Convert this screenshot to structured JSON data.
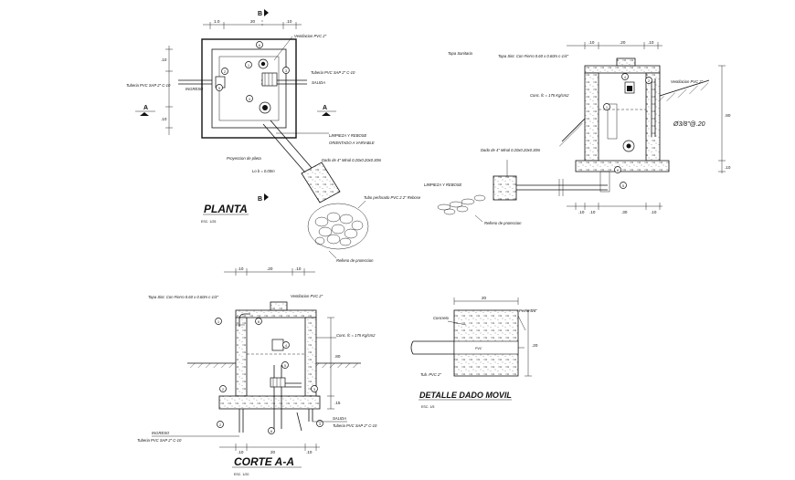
{
  "titles": {
    "planta": "PLANTA",
    "planta_scale": "ESC. 1/25",
    "corte": "CORTE A-A",
    "corte_scale": "ESC. 1/20",
    "detalle": "DETALLE DADO MOVIL",
    "detalle_scale": "ESC. 1/5"
  },
  "section_marks": {
    "a": "A",
    "b": "B"
  },
  "plan_labels": {
    "ventilacion": "Ventilacion PVC 2\"",
    "tuberia_left": "Tuberia PVC SAP 2\" C-10",
    "ingreso": "INGRESO",
    "tuberia_right": "Tuberia PVC SAP 2\" C-10",
    "salida": "SALIDA",
    "limpieza": "LIMPIEZA Y REBOSE",
    "orientado": "ORIENTADO A VARIABLE",
    "proyeccion": "Proyeccion de pileta",
    "longitud": "Lo b = 0.00m",
    "dado": "Dado de 4\" Minal 0.20x0.20x0.30m",
    "tubo_perforado": "Tubo perforado PVC 2 2\" Rebose",
    "relleno": "Relleno de proteccion"
  },
  "right_labels": {
    "tapa": "Tapa Sanitaria",
    "tapa_fierro": "Tapa Sint. Con Fierro 0.60 x 0.60m c-1/4\"",
    "ventilacion": "Ventilacion PVC 2\"",
    "concreto": "Conc. fc = 175 Kg/cm2",
    "acero": "Ø3/8\"@.20",
    "dado": "Dado de 4\" Minal 0.20x0.20x0.30m",
    "limpieza": "LIMPIEZA Y REBOSE",
    "relleno": "Relleno de proteccion"
  },
  "corte_labels": {
    "tapa": "Tapa Sint. Con Fierro 0.60 x 0.60m c-1/4\"",
    "ventilacion": "Ventilacion PVC 2\"",
    "concreto": "Conc. fc = 175 Kg/cm2",
    "ingreso": "INGRESO",
    "tuberia_left": "Tuberia PVC SAP 2\" C-10",
    "salida": "SALIDA",
    "tuberia_right": "Tuberia PVC SAP 2\" C-10"
  },
  "detalle_labels": {
    "concreto": "Concreto",
    "perno": "Perno 3/8\"",
    "pvc": "PVC",
    "tubo": "Tub. PVC 2\""
  },
  "dimensions": {
    "top_plan": [
      "1.0",
      "20",
      ".10"
    ],
    "plan_left": [
      ".10",
      ".10"
    ],
    "right_top": [
      ".10",
      ".20",
      ".10"
    ],
    "right_side": [
      ".80",
      ".10"
    ],
    "right_bottom": [
      ".10",
      ".10",
      ".30",
      ".10"
    ],
    "corte_top": [
      ".10",
      ".20",
      ".10"
    ],
    "corte_side": [
      ".80",
      ".15"
    ],
    "corte_bottom": [
      ".10",
      "20",
      ".10"
    ],
    "detalle_top": "20",
    "detalle_side": ".20"
  },
  "callouts": [
    "1",
    "2",
    "3",
    "4",
    "5",
    "6"
  ]
}
